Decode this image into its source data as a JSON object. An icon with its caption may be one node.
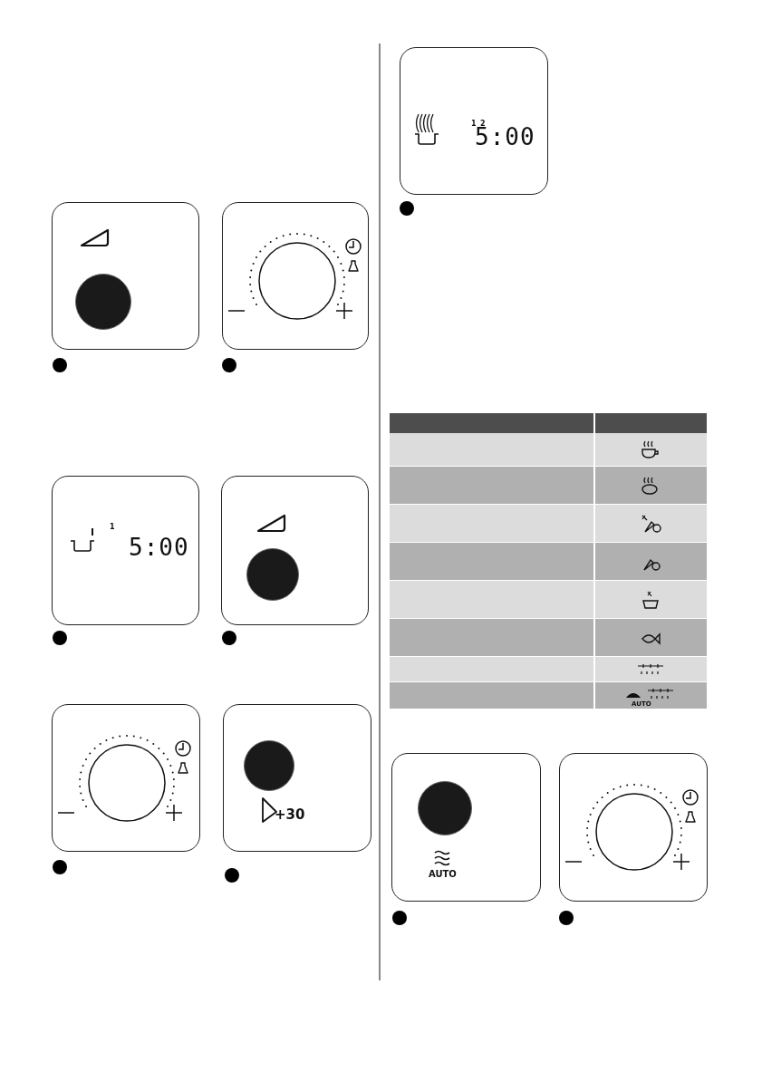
{
  "diagram": {
    "labels": [
      "1",
      "5:00",
      "+30",
      "1",
      "2",
      "5:00",
      "AUTO",
      "AUTO"
    ]
  }
}
